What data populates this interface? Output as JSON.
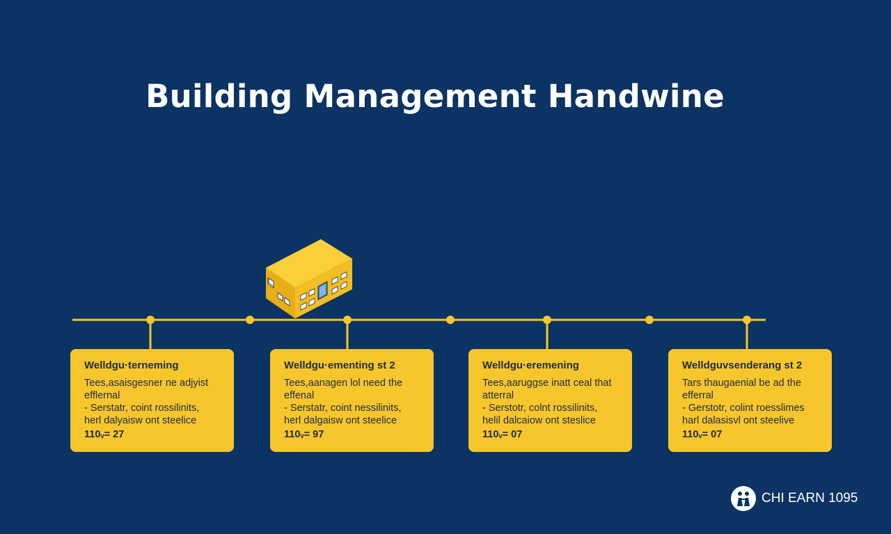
{
  "title": "Building Management Handwine",
  "colors": {
    "background": "#0b3363",
    "accent": "#f7c52c",
    "card_text": "#1d2d44"
  },
  "timeline": {
    "icon": "building-icon",
    "cards": [
      {
        "title": "Welldgu·terneming",
        "lines": [
          "Tees,asaisgesner ne adjyist",
          "efflernal",
          "- Serstatr, coint rossilinits,",
          "herl dalyaisw ont steelice"
        ],
        "ref": "110ᵥ= 27"
      },
      {
        "title": "Welldgu·ementing st 2",
        "lines": [
          "Tees,aanagen lol need the",
          "effenal",
          "- Serstatr, coint nessilinits,",
          "herl dalgaisw ont steelice"
        ],
        "ref": "110ᵥ= 97"
      },
      {
        "title": "Welldgu·eremening",
        "lines": [
          "Tees,aaruggse inatt ceal that",
          "atterral",
          "- Serstotr, colnt rossilinits,",
          "helil dalcaiow ont steslice"
        ],
        "ref": "110ᵥ= 07"
      },
      {
        "title": "Welldguvsenderang st 2",
        "lines": [
          "Tars thaugaenial be ad the",
          "efferral",
          "- Gerstotr, colint roesslimes",
          "harl dalasisvl ont steelive"
        ],
        "ref": "110ᵥ= 07"
      }
    ]
  },
  "brand": {
    "logo_icon": "people-logo-icon",
    "text": "CHI EARN 1095"
  }
}
